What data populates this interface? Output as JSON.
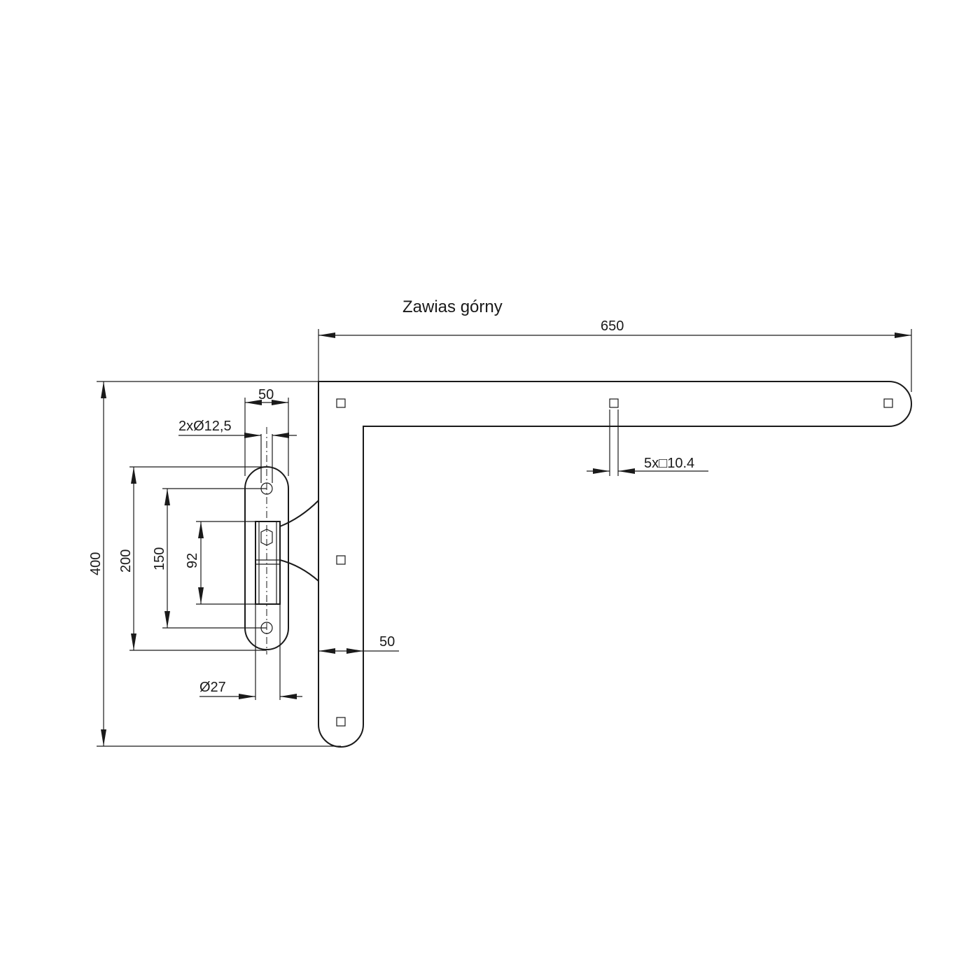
{
  "title": "Zawias górny",
  "dimensions": {
    "length": "650",
    "height": "400",
    "plate_width": "50",
    "bolt_holes": "2xØ12,5",
    "pin_diameter": "Ø27",
    "hole_spacing_outer": "200",
    "hole_spacing": "150",
    "pin_length": "92",
    "strap_width": "50",
    "square_holes": "5x□10.4"
  }
}
